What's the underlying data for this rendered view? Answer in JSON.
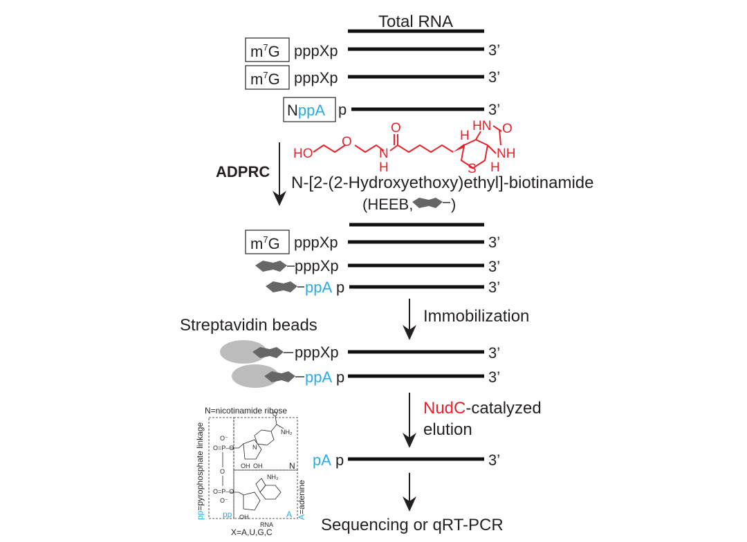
{
  "total_rna_label": "Total RNA",
  "three_prime": "3’",
  "cap_m7g": {
    "m": "m",
    "sup": "7",
    "g": "G"
  },
  "pppxp": "pppXp",
  "nppa": {
    "n": "N",
    "ppa": "ppA"
  },
  "p": "p",
  "ppa": "ppA",
  "pa": "pA",
  "step_adprc": "ADPRC",
  "heeb_name": "N-[2-(2-Hydroxyethoxy)ethyl]-biotinamide",
  "heeb_abbrev_open": "(HEEB,",
  "heeb_abbrev_close": ")",
  "chem_labels": {
    "ho": "HO",
    "o": "O",
    "carbonyl_o": "O",
    "nh_n": "N",
    "nh_h": "H",
    "hn": "HN",
    "nh": "NH",
    "o2": "O",
    "s": "S",
    "h1": "H",
    "h2": "H"
  },
  "step_immobilization": "Immobilization",
  "streptavidin_label": "Streptavidin beads",
  "step_nudc_red": "NudC",
  "step_nudc_rest": "-catalyzed",
  "step_elution": "elution",
  "step_final": "Sequencing or qRT-PCR",
  "inset": {
    "n_legend": "N=nicotinamide ribose",
    "pp_legend_pp": "pp",
    "pp_legend_rest": "=pyrophosphate linkage",
    "a_legend_a": "A",
    "a_legend_rest": "=adenine",
    "x_legend": "X=A,U,G,C",
    "n_tag": "N",
    "pp_tag": "pp",
    "a_tag": "A",
    "nh2_top": "NH₂",
    "nh2_ade": "NH₂",
    "o_minus_1": "O⁻",
    "o_minus_2": "O⁻",
    "op_1": "O=P–O",
    "op_2": "O=P–O",
    "oh_1": "OH",
    "oh_2": "OH",
    "oh_3": "OH",
    "rna": "RNA",
    "n_plus": "N",
    "o_small": "O",
    "carbonyl": "O"
  },
  "colors": {
    "cyan": "#29abe2",
    "red": "#e8202a",
    "bead_light": "#bcbcbc",
    "biotin_dark": "#666666"
  }
}
